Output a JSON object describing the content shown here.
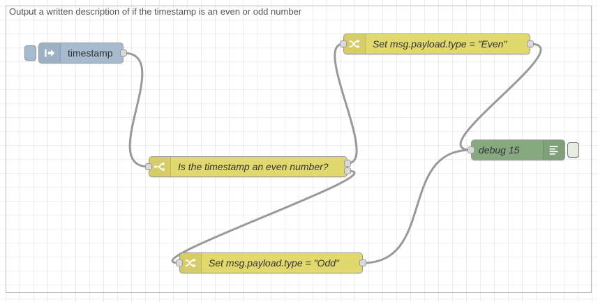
{
  "workspace": {
    "comment": "Output a written description of if the timestamp is an even or odd number"
  },
  "colors": {
    "inject_node": "#a6bbcf",
    "function_node_yellow": "#e2d96e",
    "debug_node_green": "#87a980",
    "wire": "#999999",
    "port_fill": "#d9d9d9",
    "grid_line": "#eeeeee"
  },
  "nodes": {
    "inject": {
      "label": "timestamp",
      "icon": "inject-arrow-icon"
    },
    "switch": {
      "label": "Is the timestamp an even number?",
      "icon": "switch-fork-icon"
    },
    "change_even": {
      "label": "Set msg.payload.type = \"Even\"",
      "icon": "change-shuffle-icon"
    },
    "change_odd": {
      "label": "Set msg.payload.type = \"Odd\"",
      "icon": "change-shuffle-icon"
    },
    "debug": {
      "label": "debug 15",
      "icon": "debug-list-icon"
    }
  }
}
